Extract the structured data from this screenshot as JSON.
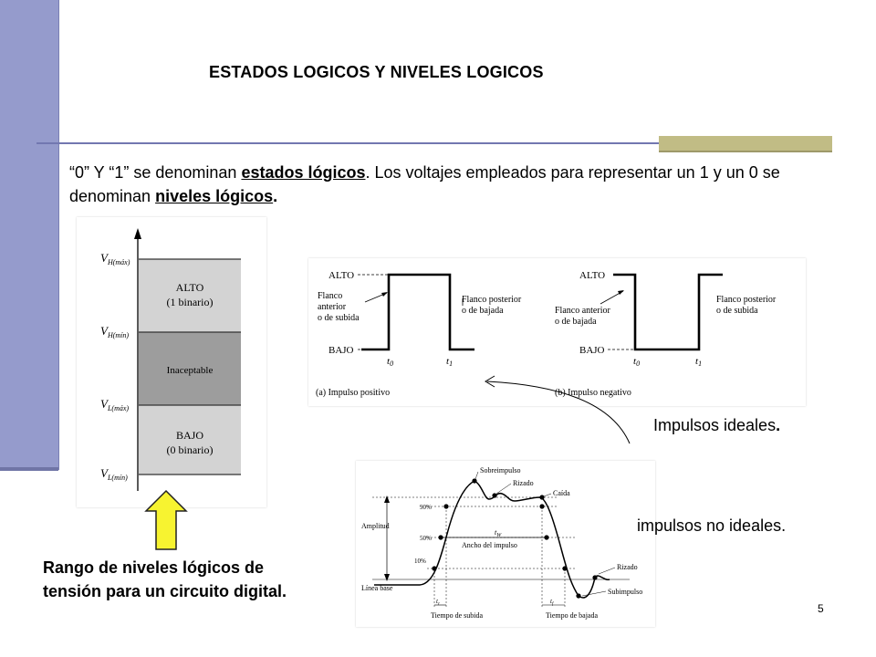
{
  "slide": {
    "title": "ESTADOS LOGICOS Y NIVELES LOGICOS",
    "intro": {
      "part1": "“0” Y “1” se denominan ",
      "term1": "estados lógicos",
      "part2": ". Los voltajes empleados para representar un 1 y un 0 se denominan ",
      "term2": "niveles lógicos",
      "part3": "."
    },
    "ideal_label": "Impulsos ideales",
    "ideal_label_dot": ".",
    "nonideal_label": "impulsos no ideales.",
    "range_caption": "Rango de niveles lógicos de tensión para un circuito digital.",
    "page_number": "5"
  },
  "levels_figure": {
    "axis_labels": [
      {
        "main": "V",
        "sub": "H(máx)"
      },
      {
        "main": "V",
        "sub": "H(mín)"
      },
      {
        "main": "V",
        "sub": "L(máx)"
      },
      {
        "main": "V",
        "sub": "L(mín)"
      }
    ],
    "bands": [
      {
        "line1": "ALTO",
        "line2": "(1 binario)"
      },
      {
        "line1": "Inaceptable",
        "line2": ""
      },
      {
        "line1": "BAJO",
        "line2": "(0 binario)"
      }
    ]
  },
  "ideal_figure": {
    "positive": {
      "alto": "ALTO",
      "bajo": "BAJO",
      "edge_front": [
        "Flanco",
        "anterior",
        "o de subida"
      ],
      "edge_back": [
        "Flanco posterior",
        "o de bajada"
      ],
      "t0": "t",
      "t0_sub": "0",
      "t1": "t",
      "t1_sub": "1",
      "caption": "(a) Impulso positivo"
    },
    "negative": {
      "alto": "ALTO",
      "bajo": "BAJO",
      "edge_front": [
        "Flanco anterior",
        "o de bajada"
      ],
      "edge_back": [
        "Flanco posterior",
        "o de subida"
      ],
      "t0": "t",
      "t0_sub": "0",
      "t1": "t",
      "t1_sub": "1",
      "caption": "(b) Impulso negativo"
    }
  },
  "nonideal_figure": {
    "sobreimpulso": "Sobreimpulso",
    "rizado_top": "Rizado",
    "caida": "Caída",
    "amplitud": "Amplitud",
    "p90": "90%",
    "p50": "50%",
    "p10": "10%",
    "tw": "t",
    "tw_sub": "W",
    "ancho": "Ancho del impulso",
    "linea_base": "Línea base",
    "rizado_bottom": "Rizado",
    "subimpulso": "Subimpulso",
    "tr": "t",
    "tr_sub": "r",
    "tf": "t",
    "tf_sub": "f",
    "subida": "Tiempo de subida",
    "bajada": "Tiempo de bajada"
  },
  "colors": {
    "left_bar": "#959bcc",
    "rule": "#7277b0",
    "rule_accent": "#c1bc85",
    "term_underline": "#000000",
    "arrow_fill": "#f7f330",
    "band_light": "#d3d3d3",
    "band_dark": "#9d9d9d"
  }
}
